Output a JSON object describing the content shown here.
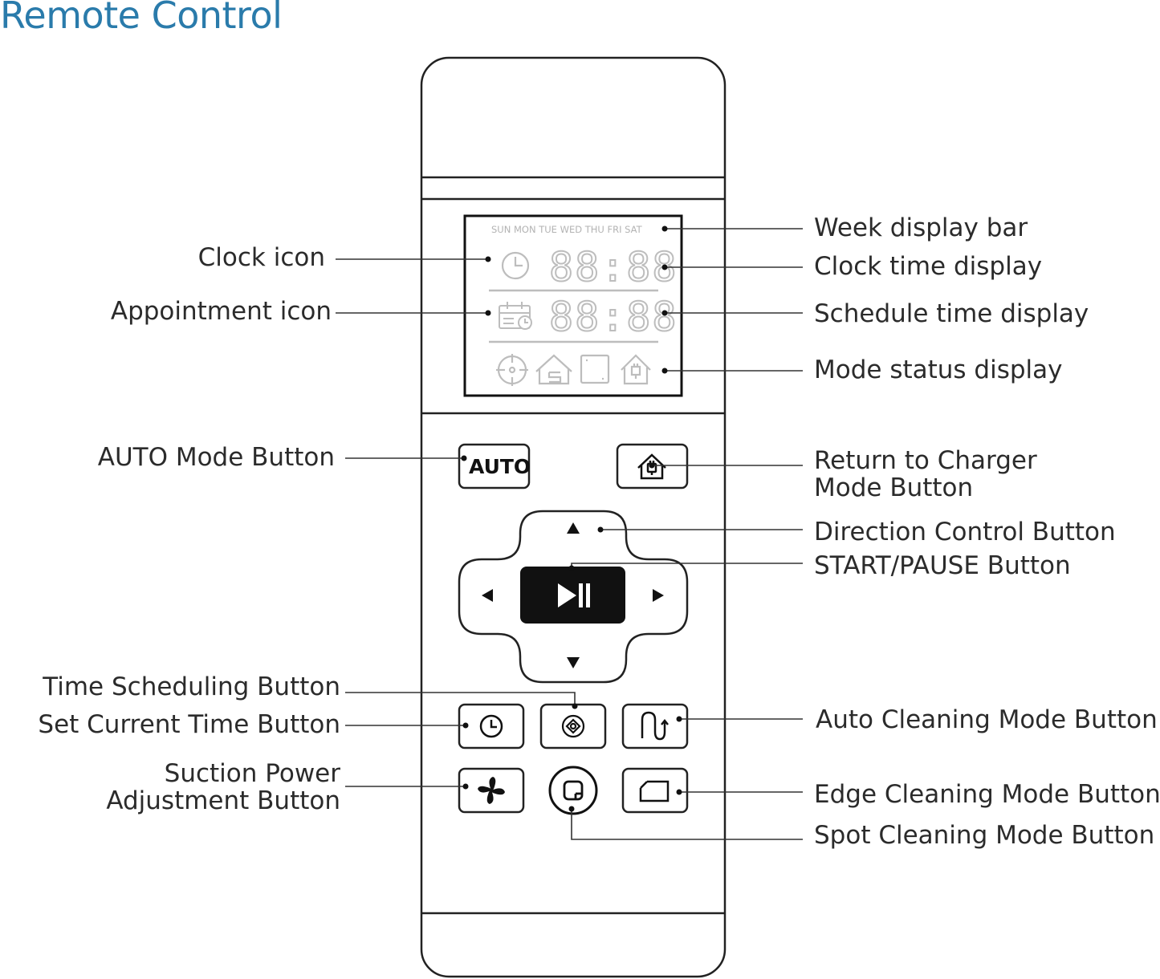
{
  "title": "Remote Control",
  "lcd": {
    "week_bar": "SUN MON TUE WED THU FRI SAT",
    "clock_digits": "88:88",
    "schedule_digits": "88:88"
  },
  "buttons": {
    "auto_label": "AUTO"
  },
  "labels": {
    "clock_icon": "Clock icon",
    "appointment_icon": "Appointment icon",
    "auto_mode_button": "AUTO Mode Button",
    "time_scheduling_button": "Time Scheduling Button",
    "set_current_time_button": "Set Current Time Button",
    "suction_power_line1": "Suction Power",
    "suction_power_line2": "Adjustment Button",
    "week_display_bar": "Week display bar",
    "clock_time_display": "Clock time display",
    "schedule_time_display": "Schedule time display",
    "mode_status_display": "Mode status display",
    "return_to_charger_line1": "Return to Charger",
    "return_to_charger_line2": "Mode Button",
    "direction_control_button": "Direction Control Button",
    "start_pause_button": "START/PAUSE Button",
    "auto_cleaning_mode_button": "Auto Cleaning Mode Button",
    "edge_cleaning_mode_button": "Edge Cleaning Mode Button",
    "spot_cleaning_mode_button": "Spot Cleaning Mode Button"
  },
  "colors": {
    "title": "#2a7bab",
    "outline": "#222222",
    "lcd_gray": "#bdbdbd",
    "play_button": "#111111"
  }
}
